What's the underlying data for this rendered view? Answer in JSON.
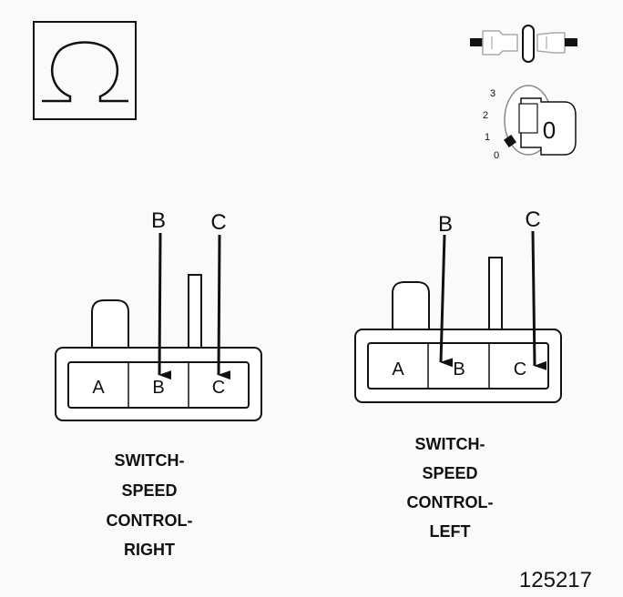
{
  "ohm_symbol": "Ω",
  "ignition": {
    "key_label": "0",
    "positions": [
      "3",
      "2",
      "1",
      "0"
    ]
  },
  "connectors": [
    {
      "pins": [
        "A",
        "B",
        "C"
      ],
      "probes": [
        "B",
        "C"
      ],
      "caption": [
        "SWITCH-",
        "SPEED",
        "CONTROL-",
        "RIGHT"
      ]
    },
    {
      "pins": [
        "A",
        "B",
        "C"
      ],
      "probes": [
        "B",
        "C"
      ],
      "caption": [
        "SWITCH-",
        "SPEED",
        "CONTROL-",
        "LEFT"
      ]
    }
  ],
  "figure_number": "125217",
  "colors": {
    "line": "#111111",
    "background": "#fafafa",
    "connector_disconnect": "#111111"
  }
}
